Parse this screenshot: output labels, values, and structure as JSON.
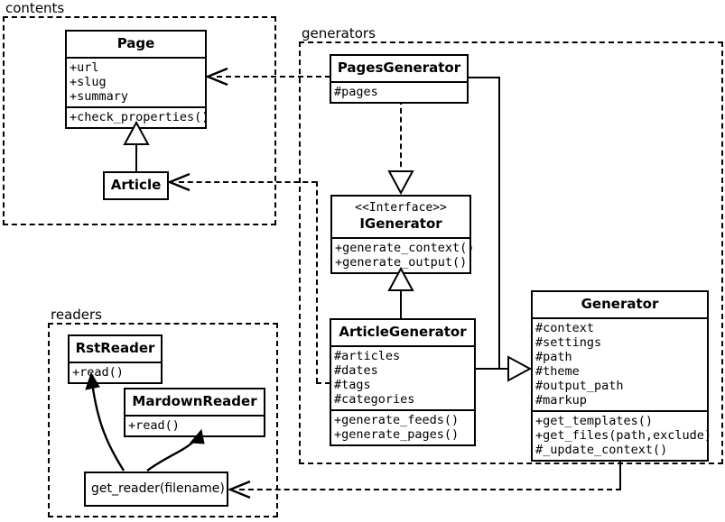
{
  "diagram": {
    "title": "UML class diagram",
    "type": "uml-class-diagram",
    "stroke_color": "#000000",
    "background_color": "#ffffff"
  },
  "packages": [
    {
      "id": "contents",
      "label": "contents"
    },
    {
      "id": "generators",
      "label": "generators"
    },
    {
      "id": "readers",
      "label": "readers"
    }
  ],
  "classes": {
    "page": {
      "name": "Page",
      "attributes": [
        "+url",
        "+slug",
        "+summary"
      ],
      "operations": [
        "+check_properties()"
      ]
    },
    "article": {
      "name": "Article",
      "attributes": [],
      "operations": []
    },
    "pages_generator": {
      "name": "PagesGenerator",
      "attributes": [
        "#pages"
      ],
      "operations": []
    },
    "igenerator": {
      "stereotype": "<<Interface>>",
      "name": "IGenerator",
      "attributes": [],
      "operations": [
        "+generate_context()",
        "+generate_output()"
      ]
    },
    "article_generator": {
      "name": "ArticleGenerator",
      "attributes": [
        "#articles",
        "#dates",
        "#tags",
        "#categories"
      ],
      "operations": [
        "+generate_feeds()",
        "+generate_pages()"
      ]
    },
    "generator": {
      "name": "Generator",
      "attributes": [
        "#context",
        "#settings",
        "#path",
        "#theme",
        "#output_path",
        "#markup"
      ],
      "operations": [
        "+get_templates()",
        "+get_files(path,exclude)",
        "#_update_context()"
      ]
    },
    "rst_reader": {
      "name": "RstReader",
      "attributes": [],
      "operations": [
        "+read()"
      ]
    },
    "mardown_reader": {
      "name": "MardownReader",
      "attributes": [],
      "operations": [
        "+read()"
      ]
    },
    "get_reader": {
      "name": "get_reader(filename)",
      "attributes": [],
      "operations": []
    }
  },
  "relationships": [
    {
      "id": "article-page",
      "type": "generalization",
      "from": "Article",
      "to": "Page"
    },
    {
      "id": "pagesgenerator-igenerator",
      "type": "realization",
      "from": "PagesGenerator",
      "to": "IGenerator"
    },
    {
      "id": "articlegenerator-igenerator",
      "type": "generalization",
      "from": "ArticleGenerator",
      "to": "IGenerator"
    },
    {
      "id": "pagesgenerator-generator",
      "type": "generalization",
      "from": "PagesGenerator",
      "to": "Generator"
    },
    {
      "id": "articlegenerator-generator",
      "type": "generalization",
      "from": "ArticleGenerator",
      "to": "Generator"
    },
    {
      "id": "pagesgenerator-page",
      "type": "dependency",
      "from": "PagesGenerator",
      "to": "Page"
    },
    {
      "id": "articlegenerator-article",
      "type": "dependency",
      "from": "ArticleGenerator",
      "to": "Article"
    },
    {
      "id": "generator-getreader",
      "type": "dependency",
      "from": "Generator",
      "to": "get_reader(filename)"
    },
    {
      "id": "getreader-rstreader",
      "type": "dependency",
      "from": "get_reader(filename)",
      "to": "RstReader"
    },
    {
      "id": "getreader-mardownreader",
      "type": "dependency",
      "from": "get_reader(filename)",
      "to": "MardownReader"
    }
  ]
}
